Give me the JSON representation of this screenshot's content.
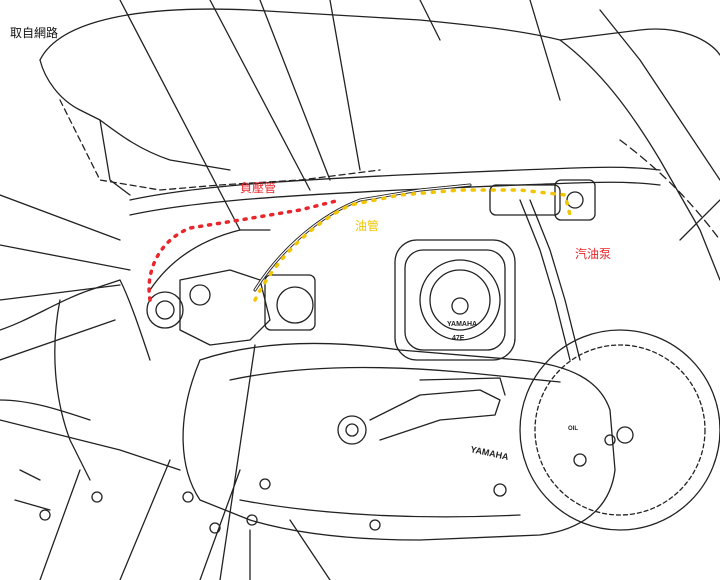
{
  "caption": "取自網路",
  "labels": {
    "vacuum_hose": "負壓管",
    "fuel_hose": "油管",
    "fuel_pump": "汽油泵"
  },
  "engraving": {
    "air_box_brand": "YAMAHA",
    "air_box_code": "47E",
    "crankcase_brand": "YAMAHA",
    "oil_note": "OIL"
  },
  "colors": {
    "vacuum_hose": "#e8262b",
    "fuel_hose": "#f2c500",
    "line_art": "#222222"
  }
}
